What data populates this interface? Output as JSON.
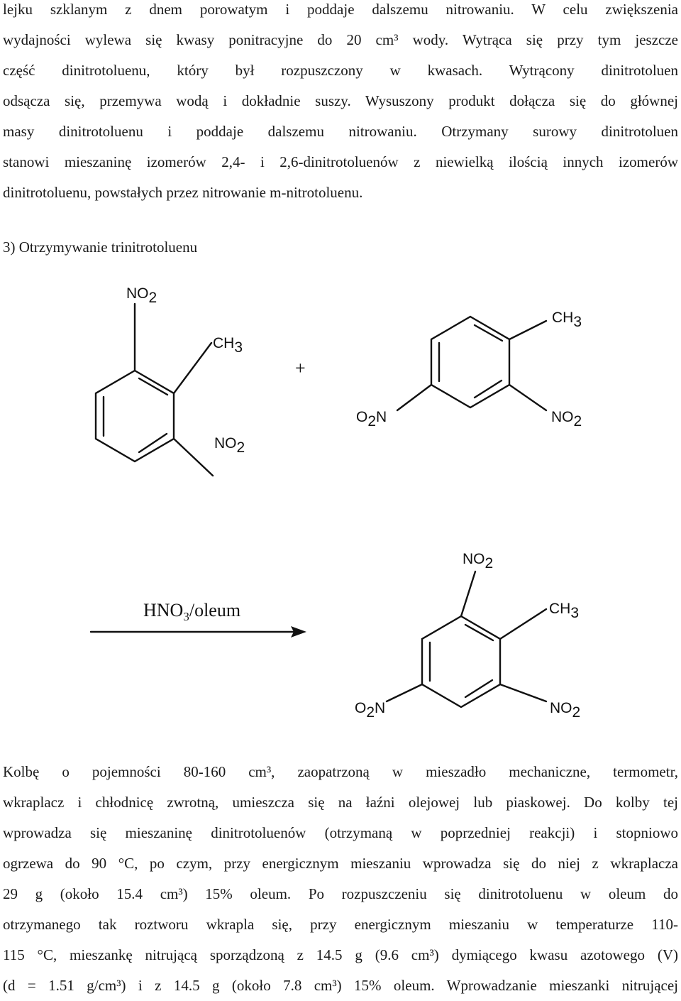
{
  "top_paragraph": {
    "lines": [
      "lejku szklanym z dnem porowatym i poddaje dalszemu nitrowaniu. W celu zwiększenia",
      "wydajności wylewa się kwasy ponitracyjne do 20 cm³ wody. Wytrąca się przy tym jeszcze",
      "część dinitrotoluenu, który był rozpuszczony w kwasach. Wytrącony dinitrotoluen",
      "odsącza się, przemywa wodą i dokładnie suszy. Wysuszony produkt dołącza się do głównej",
      "masy dinitrotoluenu i poddaje dalszemu nitrowaniu. Otrzymany surowy dinitrotoluen",
      "stanowi mieszaninę izomerów 2,4- i 2,6-dinitrotoluenów z niewielką ilością innych izomerów",
      "dinitrotoluenu, powstałych przez nitrowanie m-nitrotoluenu."
    ]
  },
  "section_heading": "3) Otrzymywanie trinitrotoluenu",
  "scheme": {
    "reactant1": {
      "top": "NO2",
      "right": "CH3",
      "bottom": "NO2"
    },
    "plus": "+",
    "reactant2": {
      "right": "CH3",
      "left_bottom": "O2N",
      "right_bottom": "NO2"
    },
    "reagent": "HNO3/oleum",
    "product": {
      "top": "NO2",
      "right": "CH3",
      "left_bottom": "O2N",
      "right_bottom": "NO2"
    }
  },
  "bottom_paragraph": {
    "lines": [
      "Kolbę o pojemności 80-160 cm³, zaopatrzoną w mieszadło mechaniczne, termometr,",
      "wkraplacz i chłodnicę zwrotną, umieszcza się na łaźni olejowej lub piaskowej. Do kolby tej",
      "wprowadza się mieszaninę dinitrotoluenów (otrzymaną w poprzedniej reakcji) i stopniowo",
      "ogrzewa do 90 °C, po czym, przy energicznym mieszaniu wprowadza się do niej z wkraplacza",
      "29 g (około 15.4 cm³) 15% oleum. Po rozpuszczeniu się dinitrotoluenu w oleum do",
      "otrzymanego tak roztworu wkrapla się, przy energicznym mieszaniu w temperaturze 110-",
      "115 °C, mieszankę nitrującą sporządzoną z 14.5 g (9.6 cm³) dymiącego kwasu azotowego (V)",
      "(d = 1.51 g/cm³) i z 14.5 g (około 7.8 cm³) 15% oleum. Wprowadzanie mieszanki nitrującej"
    ]
  }
}
